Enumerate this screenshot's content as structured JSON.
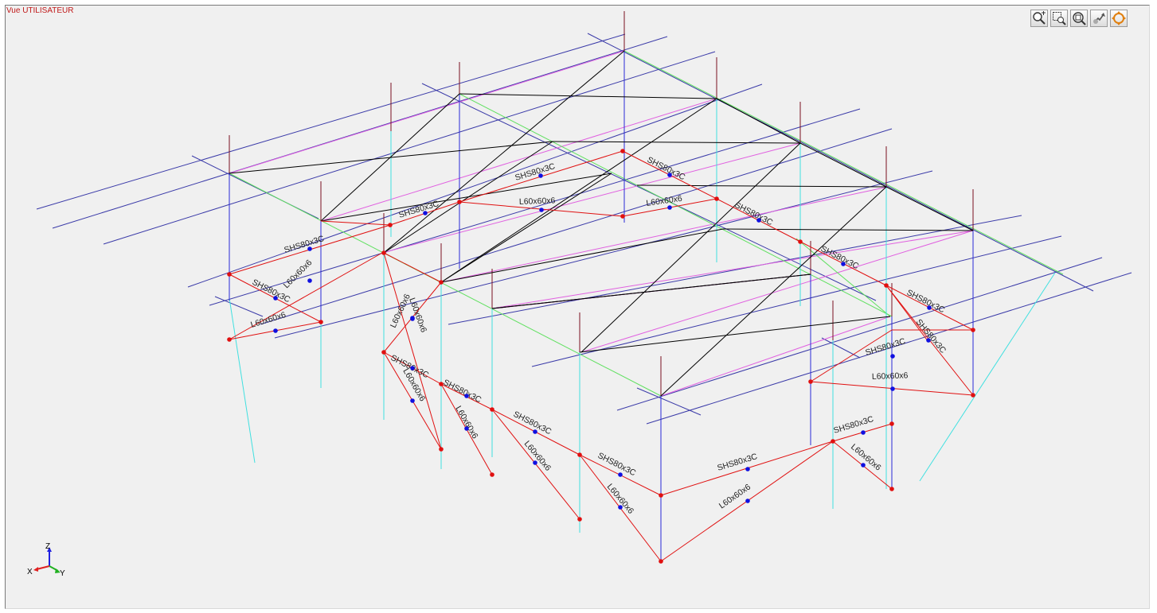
{
  "view": {
    "title": "Vue UTILISATEUR"
  },
  "toolbar": {
    "buttons": [
      {
        "name": "zoom-in-icon"
      },
      {
        "name": "zoom-window-icon"
      },
      {
        "name": "zoom-fit-icon"
      },
      {
        "name": "pan-icon"
      },
      {
        "name": "rotate-icon"
      }
    ]
  },
  "member_labels": [
    "SHS80x3C",
    "SHS80x3C",
    "SHS80x3C",
    "SHS80x3C",
    "SHS80x3C",
    "SHS80x3C",
    "SHS80x3C",
    "SHS80x3C",
    "SHS80x3C",
    "SHS80x3C",
    "SHS80x3C",
    "SHS80x3C",
    "SHS80x3C",
    "SHS80x3C",
    "SHS80x3C",
    "L60x60x6",
    "L60x60x6",
    "L60x60x6",
    "L60x60x6",
    "L60x60x6",
    "L60x60x6",
    "L60x60x6",
    "L60x60x6",
    "L60x60x6",
    "L60x60x6",
    "L60x60x6",
    "L60x60x6",
    "L60x60x6"
  ],
  "axes": {
    "x": "X",
    "y": "Y",
    "z": "Z"
  },
  "colors": {
    "grid": "#3a3aa8",
    "column": "#2a2ad8",
    "post": "#7a1020",
    "pink": "#e060e0",
    "green": "#60e060",
    "cyan": "#40e0e0",
    "truss": "#000000",
    "selected": "#e01010",
    "label_dot": "#1010e0"
  }
}
